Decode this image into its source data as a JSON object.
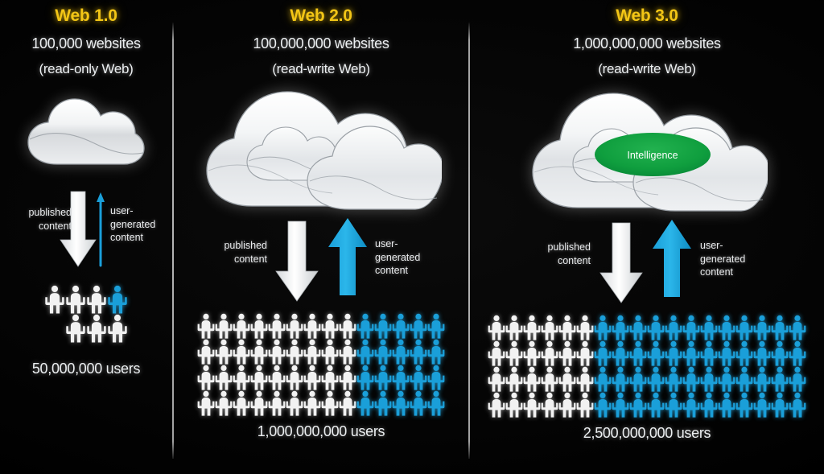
{
  "meta": {
    "background_color": "#000000",
    "accent_yellow": "#f3c616",
    "figure_white": "#f2f2f2",
    "figure_blue": "#1a9fd9",
    "intelligence_green": "#0f9e3e",
    "divider_color": "#c2c2c2"
  },
  "columns": [
    {
      "id": "web1",
      "title": "Web 1.0",
      "websites": "100,000 websites",
      "mode": "(read-only Web)",
      "cloud": {
        "type": "simple-cloud",
        "has_intelligence": false,
        "intelligence_label": ""
      },
      "arrows": {
        "down_label": "published\ncontent",
        "up_label": "user-\ngenerated\ncontent",
        "down_style": "thick-white",
        "up_style": "thin-blue-line"
      },
      "users_count": "50,000,000 users",
      "people_rows": [
        {
          "white": 3,
          "blue": 1,
          "offset": 0
        },
        {
          "white": 3,
          "blue": 0,
          "offset": 13
        }
      ],
      "figure_width": 26,
      "figure_height": 36
    },
    {
      "id": "web2",
      "title": "Web 2.0",
      "websites": "100,000,000 websites",
      "mode": "(read-write Web)",
      "cloud": {
        "type": "double-nested-cloud",
        "has_intelligence": false,
        "intelligence_label": ""
      },
      "arrows": {
        "down_label": "published\ncontent",
        "up_label": "user-\ngenerated\ncontent",
        "down_style": "thick-white",
        "up_style": "thick-blue"
      },
      "users_count": "1,000,000,000 users",
      "people_rows": [
        {
          "white": 9,
          "blue": 5,
          "offset": 0
        },
        {
          "white": 9,
          "blue": 5,
          "offset": 0
        },
        {
          "white": 9,
          "blue": 5,
          "offset": 0
        },
        {
          "white": 9,
          "blue": 5,
          "offset": 0
        }
      ],
      "figure_width": 22,
      "figure_height": 32
    },
    {
      "id": "web3",
      "title": "Web 3.0",
      "websites": "1,000,000,000 websites",
      "mode": "(read-write Web)",
      "cloud": {
        "type": "double-nested-cloud",
        "has_intelligence": true,
        "intelligence_label": "Intelligence"
      },
      "arrows": {
        "down_label": "published\ncontent",
        "up_label": "user-\ngenerated\ncontent",
        "down_style": "thick-white",
        "up_style": "thick-blue"
      },
      "users_count": "2,500,000,000 users",
      "people_rows": [
        {
          "white": 6,
          "blue": 12,
          "offset": 0
        },
        {
          "white": 6,
          "blue": 12,
          "offset": 0
        },
        {
          "white": 6,
          "blue": 12,
          "offset": 0
        },
        {
          "white": 6,
          "blue": 12,
          "offset": 0
        }
      ],
      "figure_width": 22,
      "figure_height": 32
    }
  ]
}
